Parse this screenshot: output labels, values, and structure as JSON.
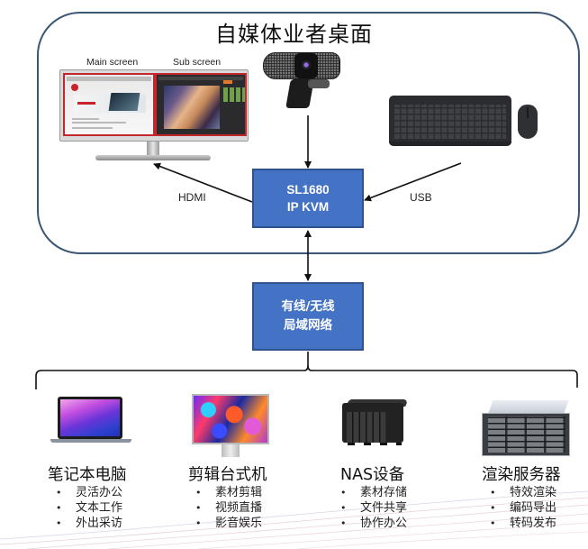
{
  "diagram": {
    "title": "自媒体业者桌面",
    "monitor": {
      "main_screen_label": "Main screen",
      "sub_screen_label": "Sub screen",
      "icon": "dual-screen-monitor"
    },
    "webcam": {
      "icon": "webcam"
    },
    "keyboard_mouse": {
      "icon": "keyboard-mouse"
    },
    "kvm": {
      "line1": "SL1680",
      "line2": "IP KVM"
    },
    "links": {
      "hdmi": "HDMI",
      "usb": "USB"
    },
    "network": {
      "line1": "有线/无线",
      "line2": "局域网络"
    },
    "colors": {
      "box_fill": "#4472c4",
      "box_border": "#2f528f",
      "frame_border": "#3b5674"
    },
    "devices": [
      {
        "name": "笔记本电脑",
        "icon": "laptop",
        "features": [
          "灵活办公",
          "文本工作",
          "外出采访"
        ]
      },
      {
        "name": "剪辑台式机",
        "icon": "desktop-display",
        "features": [
          "素材剪辑",
          "视频直播",
          "影音娱乐"
        ]
      },
      {
        "name": "NAS设备",
        "icon": "nas",
        "features": [
          "素材存储",
          "文件共享",
          "协作办公"
        ]
      },
      {
        "name": "渲染服务器",
        "icon": "rack-server",
        "features": [
          "特效渲染",
          "编码导出",
          "转码发布"
        ]
      }
    ],
    "bullet": "•"
  }
}
